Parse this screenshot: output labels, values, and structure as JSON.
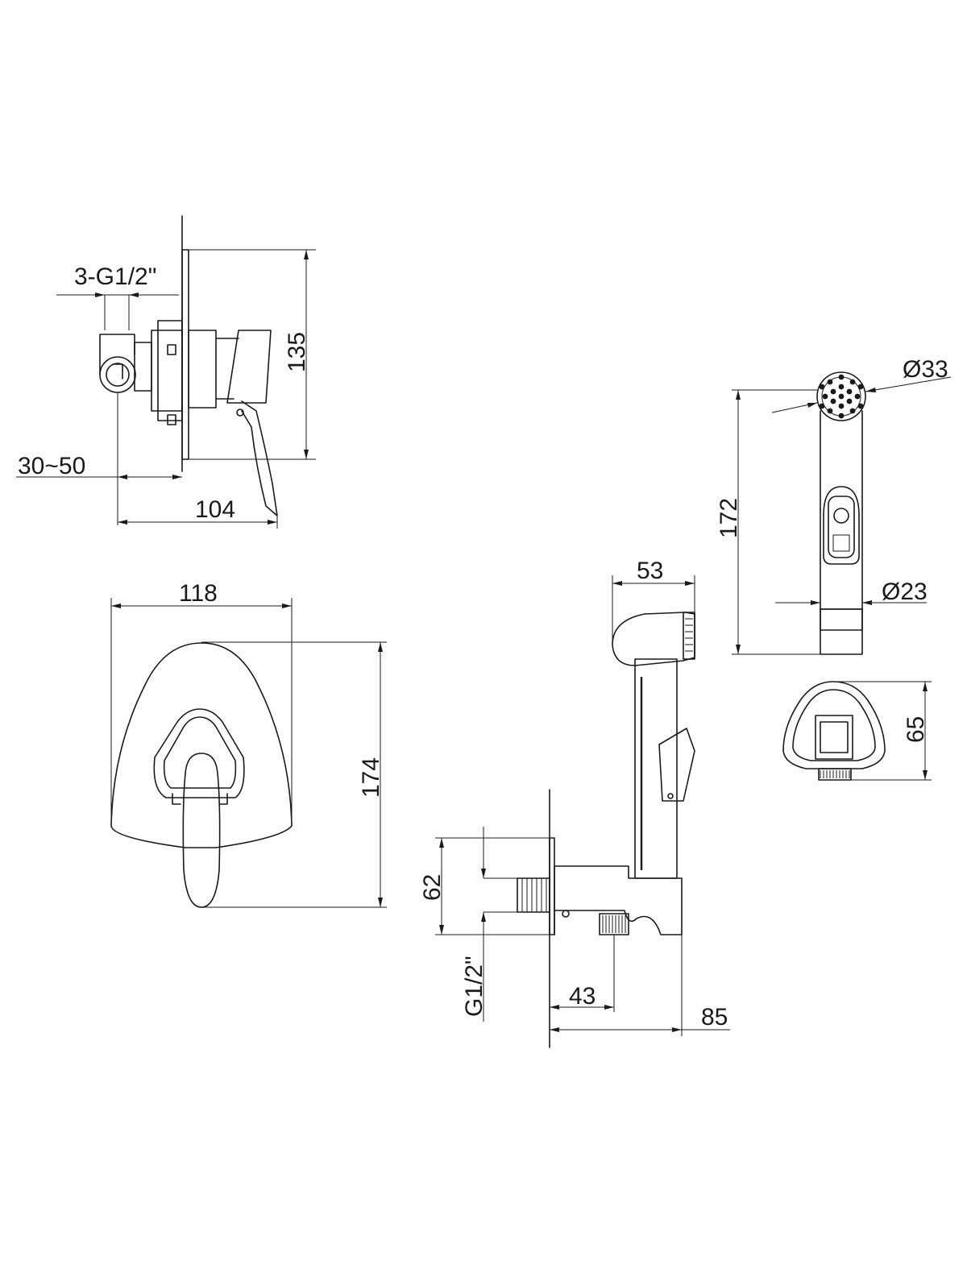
{
  "colors": {
    "ink": "#1a1a1a",
    "background": "#ffffff"
  },
  "dimensions": {
    "inlets": "3-G1/2\"",
    "mixer_depth": "135",
    "wall_range": "30~50",
    "mixer_projection": "104",
    "plate_width": "118",
    "plate_height": "174",
    "head_diameter": "Ø33",
    "handset_length": "172",
    "handle_diameter": "Ø23",
    "holder_width": "53",
    "holder_height": "65",
    "elbow_height": "62",
    "elbow_thread": "G1/2\"",
    "elbow_outlet": "43",
    "elbow_depth": "85"
  }
}
